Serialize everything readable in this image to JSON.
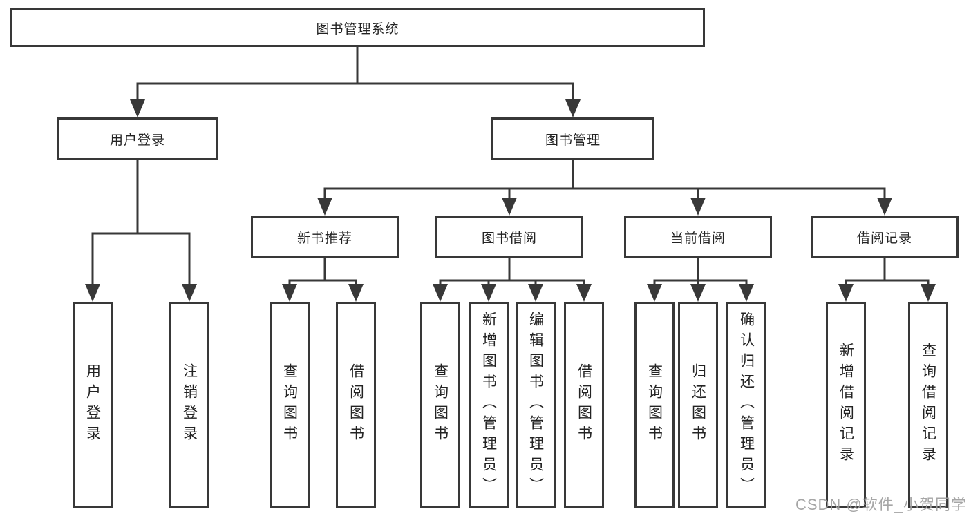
{
  "root": {
    "label": "图书管理系统"
  },
  "login": {
    "label": "用户登录",
    "children": [
      "用户登录",
      "注销登录"
    ]
  },
  "manage": {
    "label": "图书管理"
  },
  "sections": [
    {
      "label": "新书推荐",
      "children": [
        "查询图书",
        "借阅图书"
      ]
    },
    {
      "label": "图书借阅",
      "children": [
        "查询图书",
        "新增图书（管理员）",
        "编辑图书（管理员）",
        "借阅图书"
      ]
    },
    {
      "label": "当前借阅",
      "children": [
        "查询图书",
        "归还图书",
        "确认归还（管理员）"
      ]
    },
    {
      "label": "借阅记录",
      "children": [
        "新增借阅记录",
        "查询借阅记录"
      ]
    }
  ],
  "watermark": "CSDN @软件_小贺同学",
  "colors": {
    "line": "#383838",
    "text": "#232323",
    "watermark": "#9e9e9e",
    "background": "#ffffff"
  }
}
